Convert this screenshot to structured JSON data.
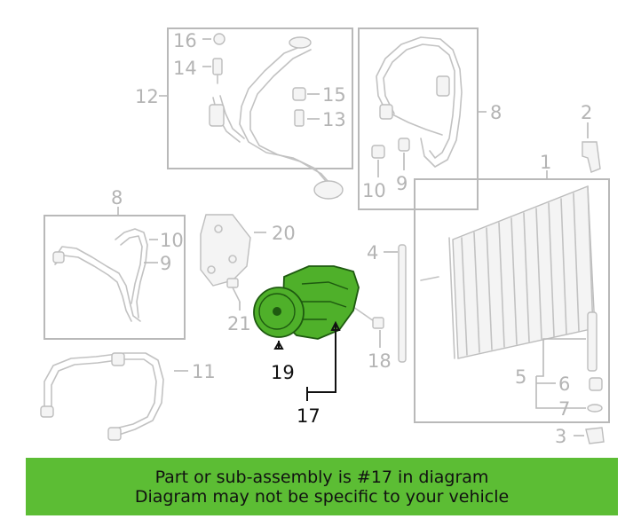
{
  "callouts": {
    "c1": "1",
    "c2": "2",
    "c3": "3",
    "c4": "4",
    "c5": "5",
    "c6": "6",
    "c7": "7",
    "c8a": "8",
    "c8b": "8",
    "c9a": "9",
    "c9b": "9",
    "c10a": "10",
    "c10b": "10",
    "c11": "11",
    "c12": "12",
    "c13": "13",
    "c14": "14",
    "c15": "15",
    "c16": "16",
    "c17": "17",
    "c18": "18",
    "c19": "19",
    "c20": "20",
    "c21": "21"
  },
  "highlight_color": "#4fb02a",
  "banner": {
    "line1": "Part or sub-assembly is #17 in diagram",
    "line2": "Diagram may not be specific to your vehicle",
    "color": "#5cbd34"
  }
}
